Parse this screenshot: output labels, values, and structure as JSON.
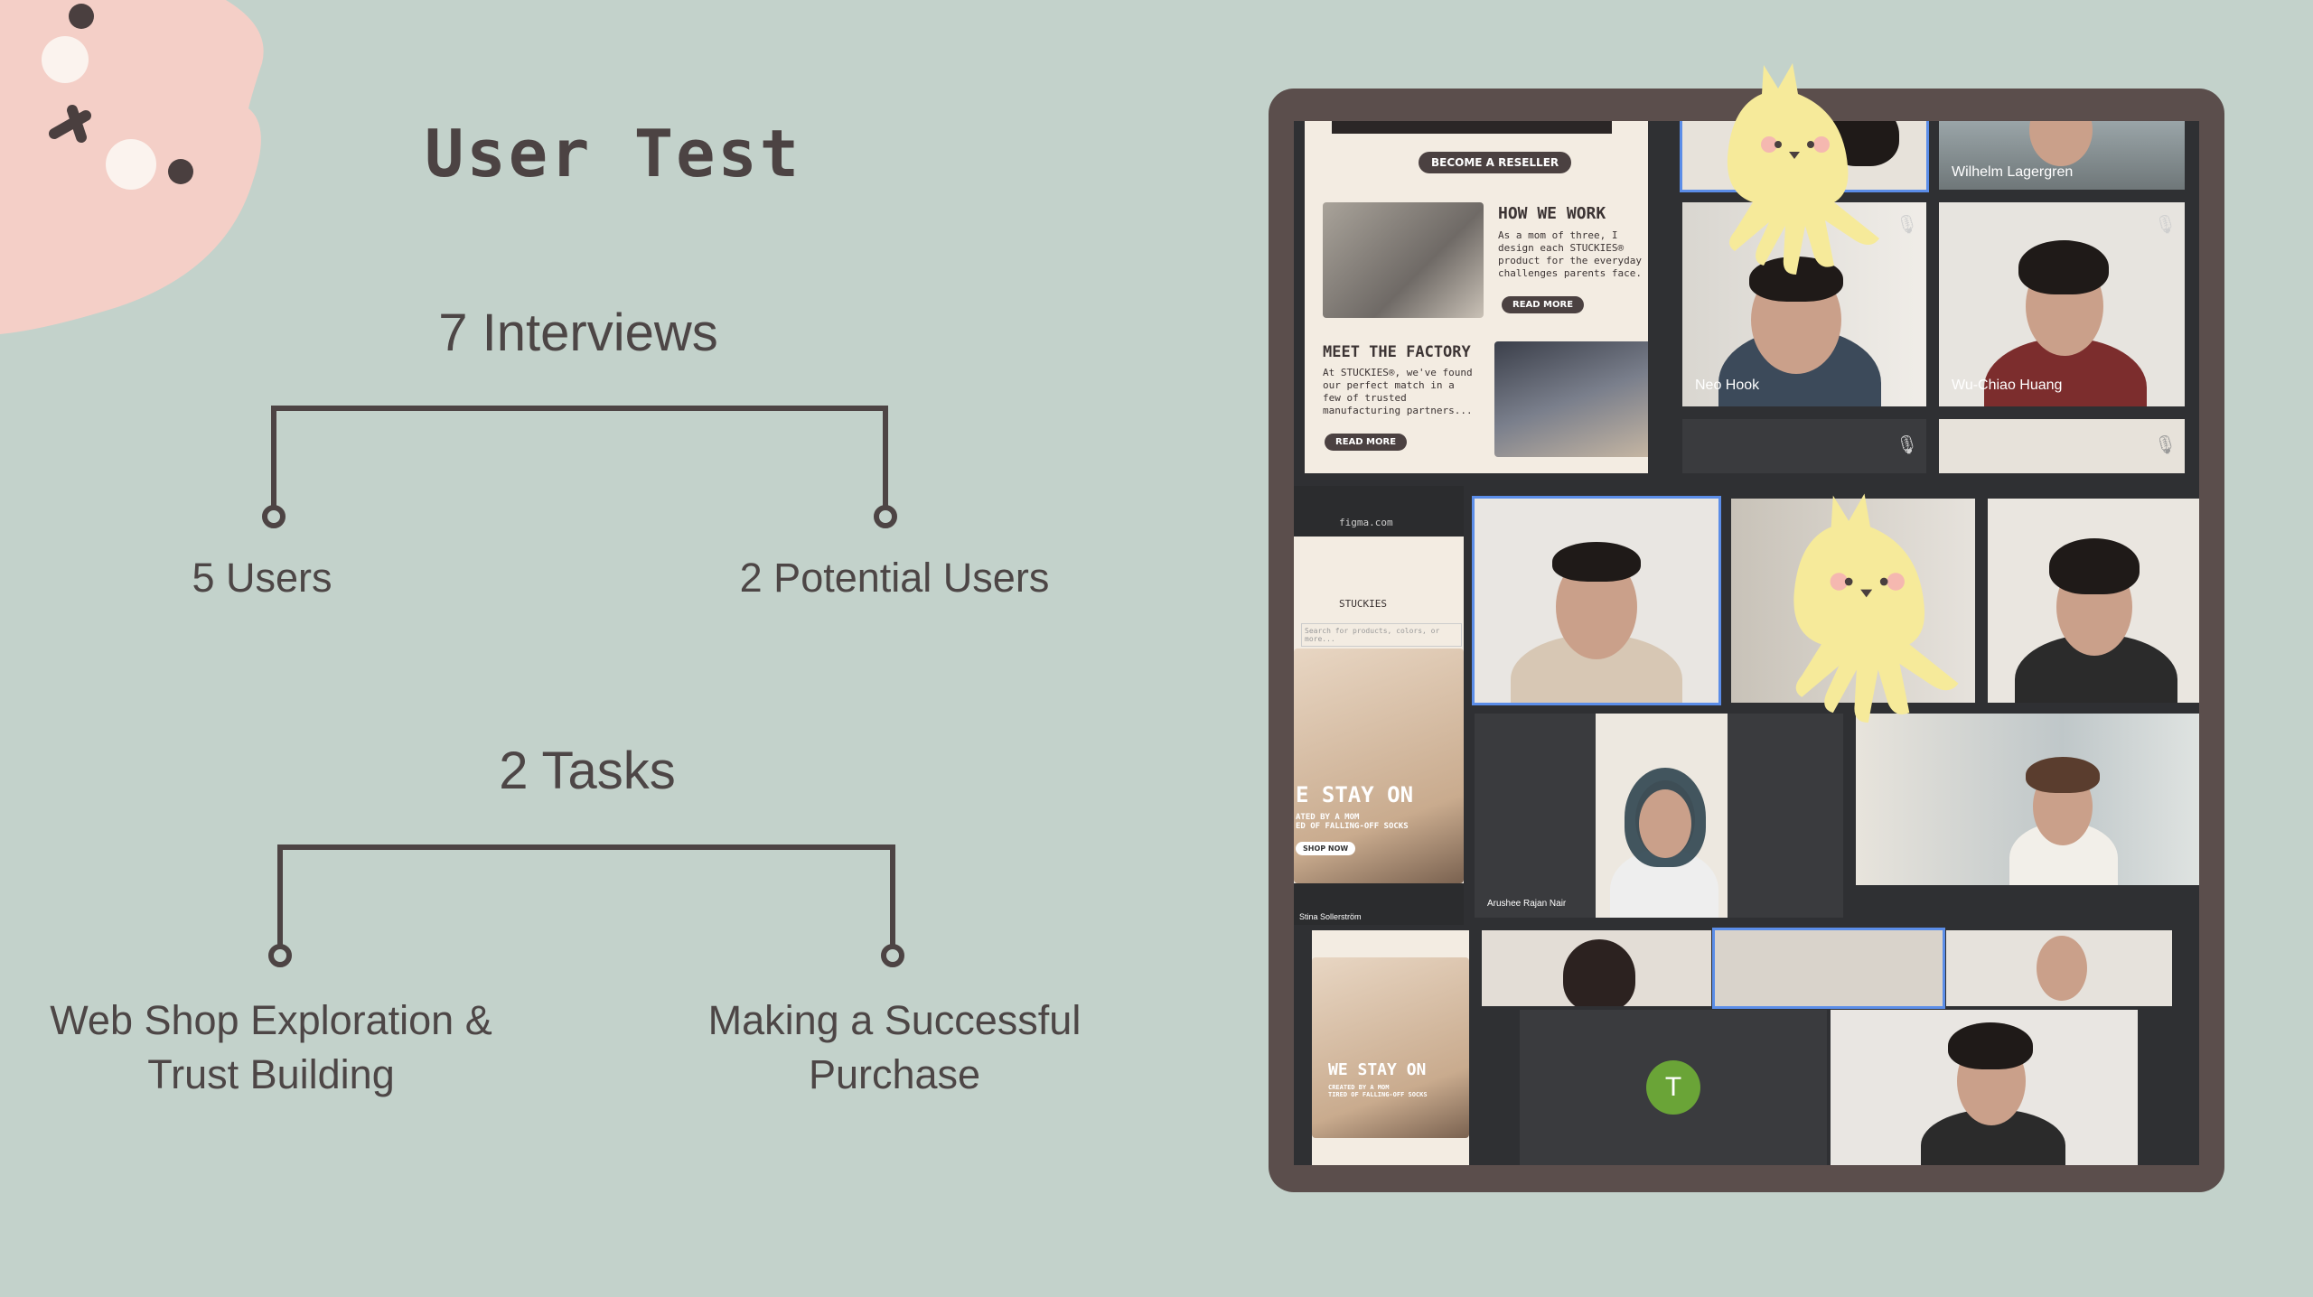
{
  "title": "User Test",
  "interviews": {
    "heading": "7 Interviews",
    "left": "5 Users",
    "right": "2 Potential Users"
  },
  "tasks": {
    "heading": "2 Tasks",
    "left_line1": "Web Shop Exploration &",
    "left_line2": "Trust Building",
    "right_line1": "Making a Successful",
    "right_line2": "Purchase"
  },
  "collage": {
    "web": {
      "reseller_btn": "BECOME A RESELLER",
      "how_heading": "HOW WE WORK",
      "how_text": "As a mom of three, I design each STUCKIES® product for the everyday challenges parents face.",
      "read_more_1": "READ MORE",
      "factory_heading": "MEET THE FACTORY",
      "factory_text": "At STUCKIES®, we've found our perfect match in a few of trusted manufacturing partners...",
      "read_more_2": "READ MORE"
    },
    "mobile": {
      "url": "figma.com",
      "brand": "STUCKIES",
      "search": "Search for products, colors, or more...",
      "hero_1": "E STAY ON",
      "hero_sub": "ATED BY A MOM\nED OF FALLING-OFF SOCKS",
      "shop_now": "SHOP NOW",
      "hero_2": "WE STAY ON",
      "hero_sub_2": "CREATED BY A MOM\nTIRED OF FALLING-OFF SOCKS",
      "owner": "Stina Sollerström"
    },
    "participants": {
      "p1": "Wilhelm Lagergren",
      "p2": "Neo Hook",
      "p3": "Wu-Chiao Huang",
      "p4": "Arushee Rajan Nair",
      "avatar": "T"
    }
  },
  "colors": {
    "background": "#c3d2cb",
    "frame": "#5b4e4c",
    "blob": "#f4cfc7",
    "mascot": "#f6ea9a",
    "text": "#4d4646"
  }
}
